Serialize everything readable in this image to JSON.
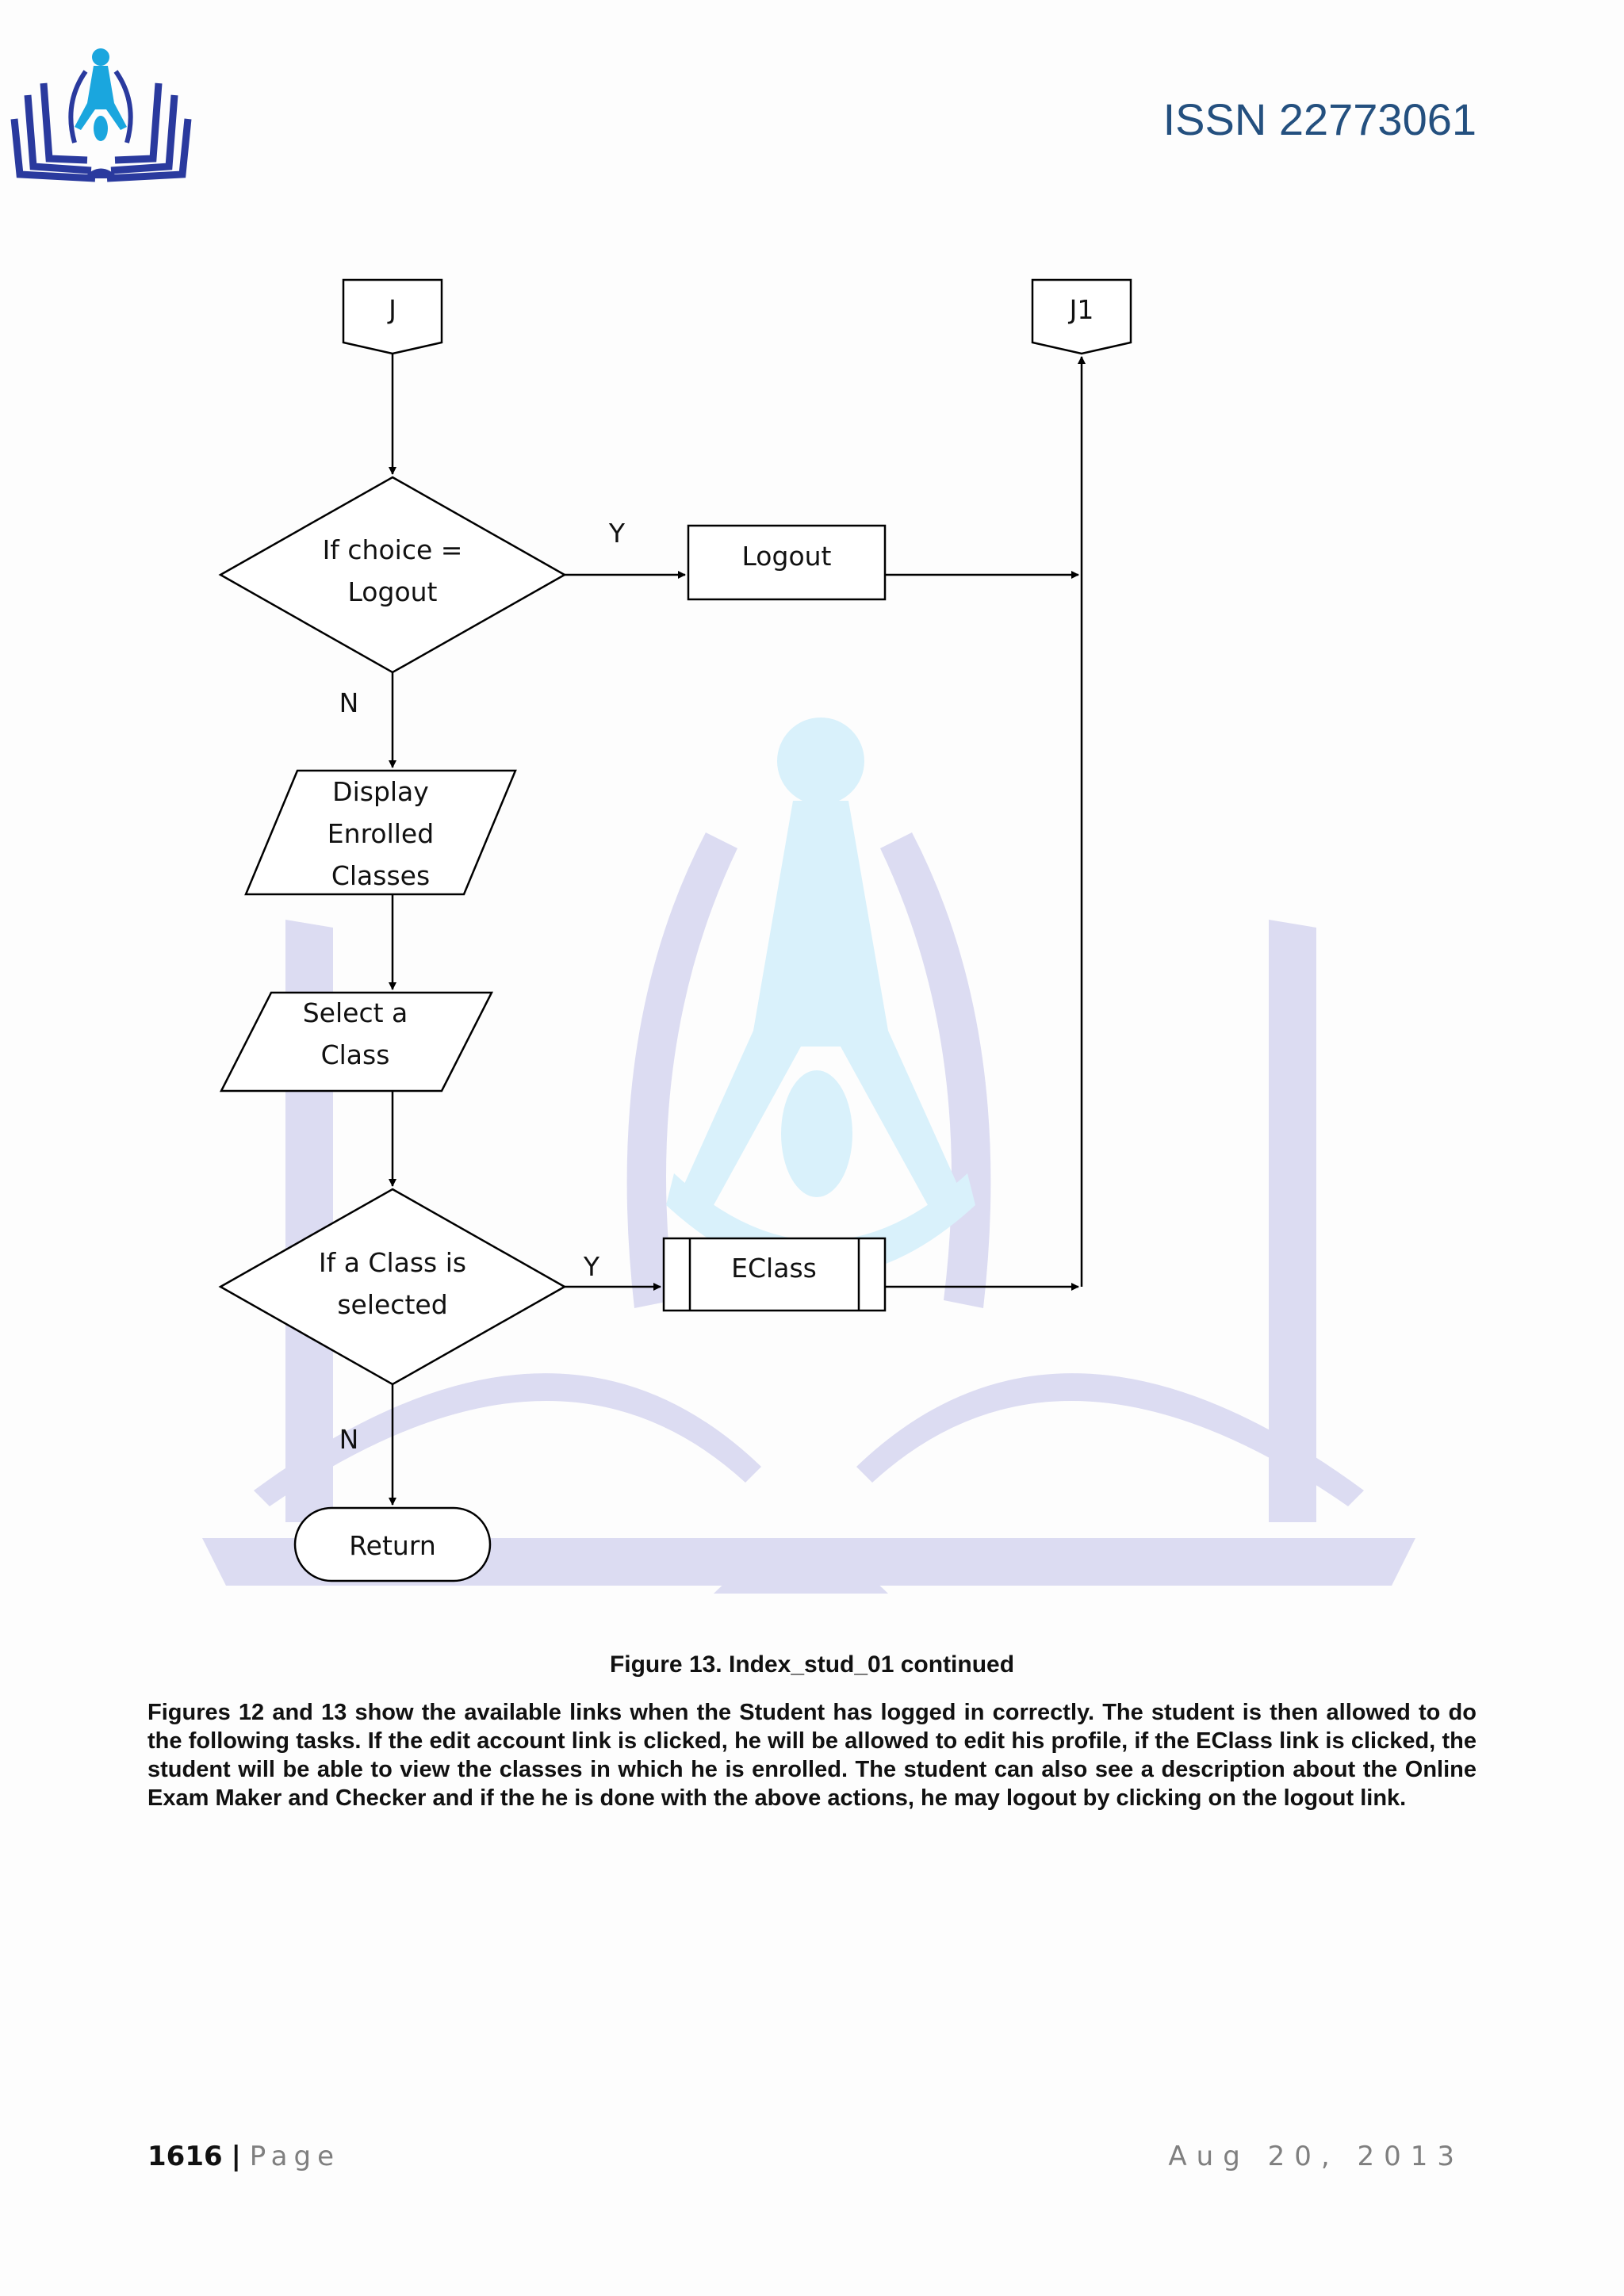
{
  "header": {
    "issn": "ISSN 22773061"
  },
  "flowchart": {
    "connector_j": "J",
    "connector_j1": "J1",
    "decision_logout": [
      "If choice =",
      "Logout"
    ],
    "process_logout": "Logout",
    "io_display": [
      "Display",
      "Enrolled",
      "Classes"
    ],
    "io_select": [
      "Select a",
      "Class"
    ],
    "decision_class": [
      "If a Class is",
      "selected"
    ],
    "subprocess_eclass": "EClass",
    "terminal_return": "Return",
    "label_yes_1": "Y",
    "label_no_1": "N",
    "label_yes_2": "Y",
    "label_no_2": "N"
  },
  "caption": "Figure 13.  Index_stud_01 continued",
  "body_text": "Figures 12 and 13 show the available links when the Student has logged in correctly.  The student is then allowed to do the following tasks. If the edit account link is clicked, he will be allowed to edit his profile,  if the EClass link is clicked,  the student will be able to view the classes in which he is enrolled. The student can also see a description about the Online Exam Maker and Checker and if the he is done with the above actions, he may logout by clicking on the logout link.",
  "footer": {
    "page_number": "1616",
    "separator": "|",
    "page_label": "Page",
    "date": "Aug 20, 2013"
  },
  "colors": {
    "watermark_purple": "#d8d8f0",
    "watermark_cyan": "#d6f1fb",
    "issn_blue": "#24507f",
    "logo_blue": "#2a3a9e",
    "logo_cyan": "#1aa6de"
  }
}
